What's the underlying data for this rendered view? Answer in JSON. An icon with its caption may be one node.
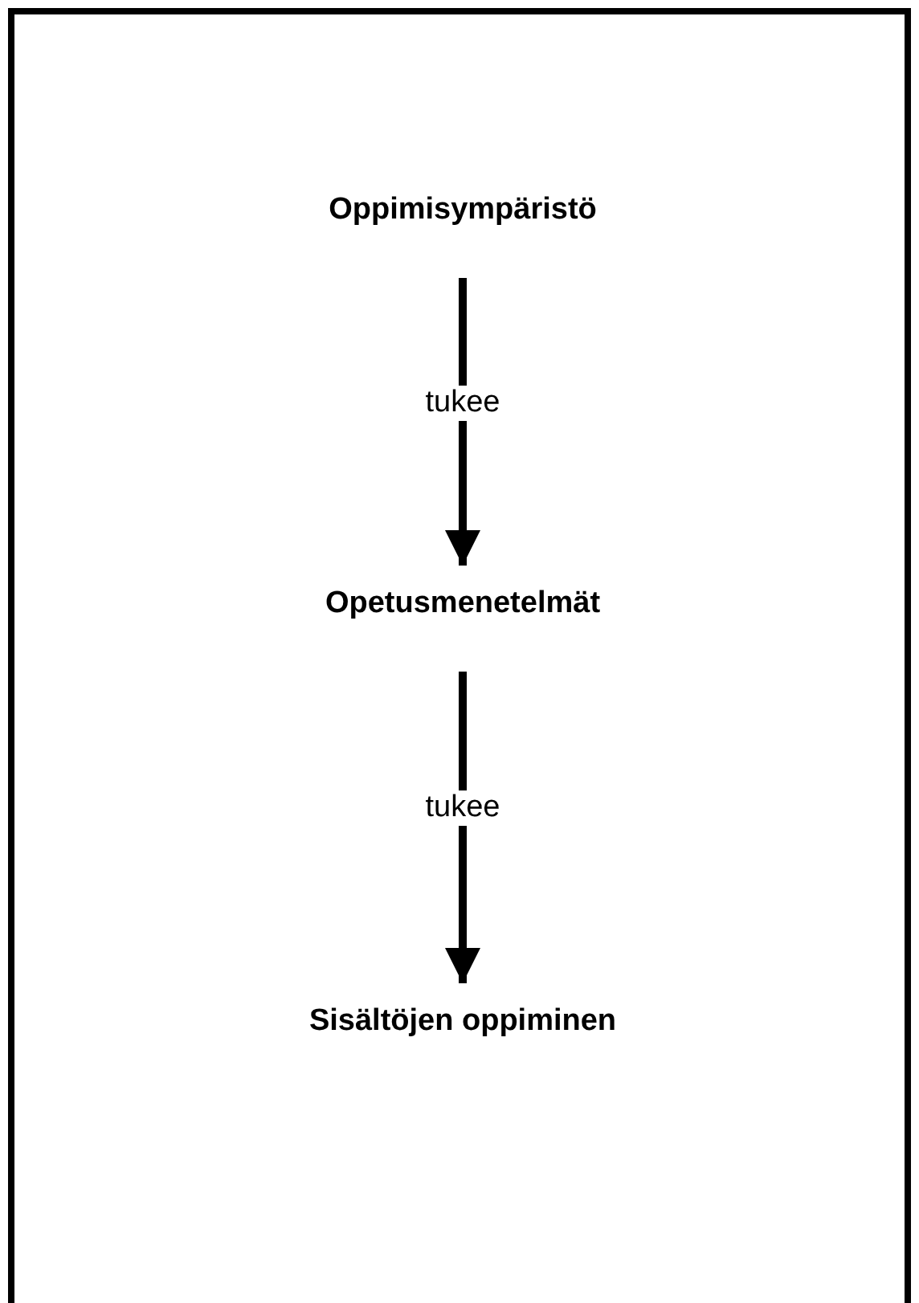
{
  "diagram": {
    "nodes": [
      {
        "text": [
          "Oppimisympäristö"
        ]
      },
      {
        "text": [
          "Opetusmenetelmät"
        ]
      },
      {
        "text": [
          "Sisältöjen oppiminen"
        ]
      }
    ],
    "edges": [
      {
        "from": 0,
        "to": 1,
        "arrow": "to",
        "label": "tukee"
      },
      {
        "from": 1,
        "to": 2,
        "arrow": "to",
        "label": "tukee"
      }
    ]
  }
}
